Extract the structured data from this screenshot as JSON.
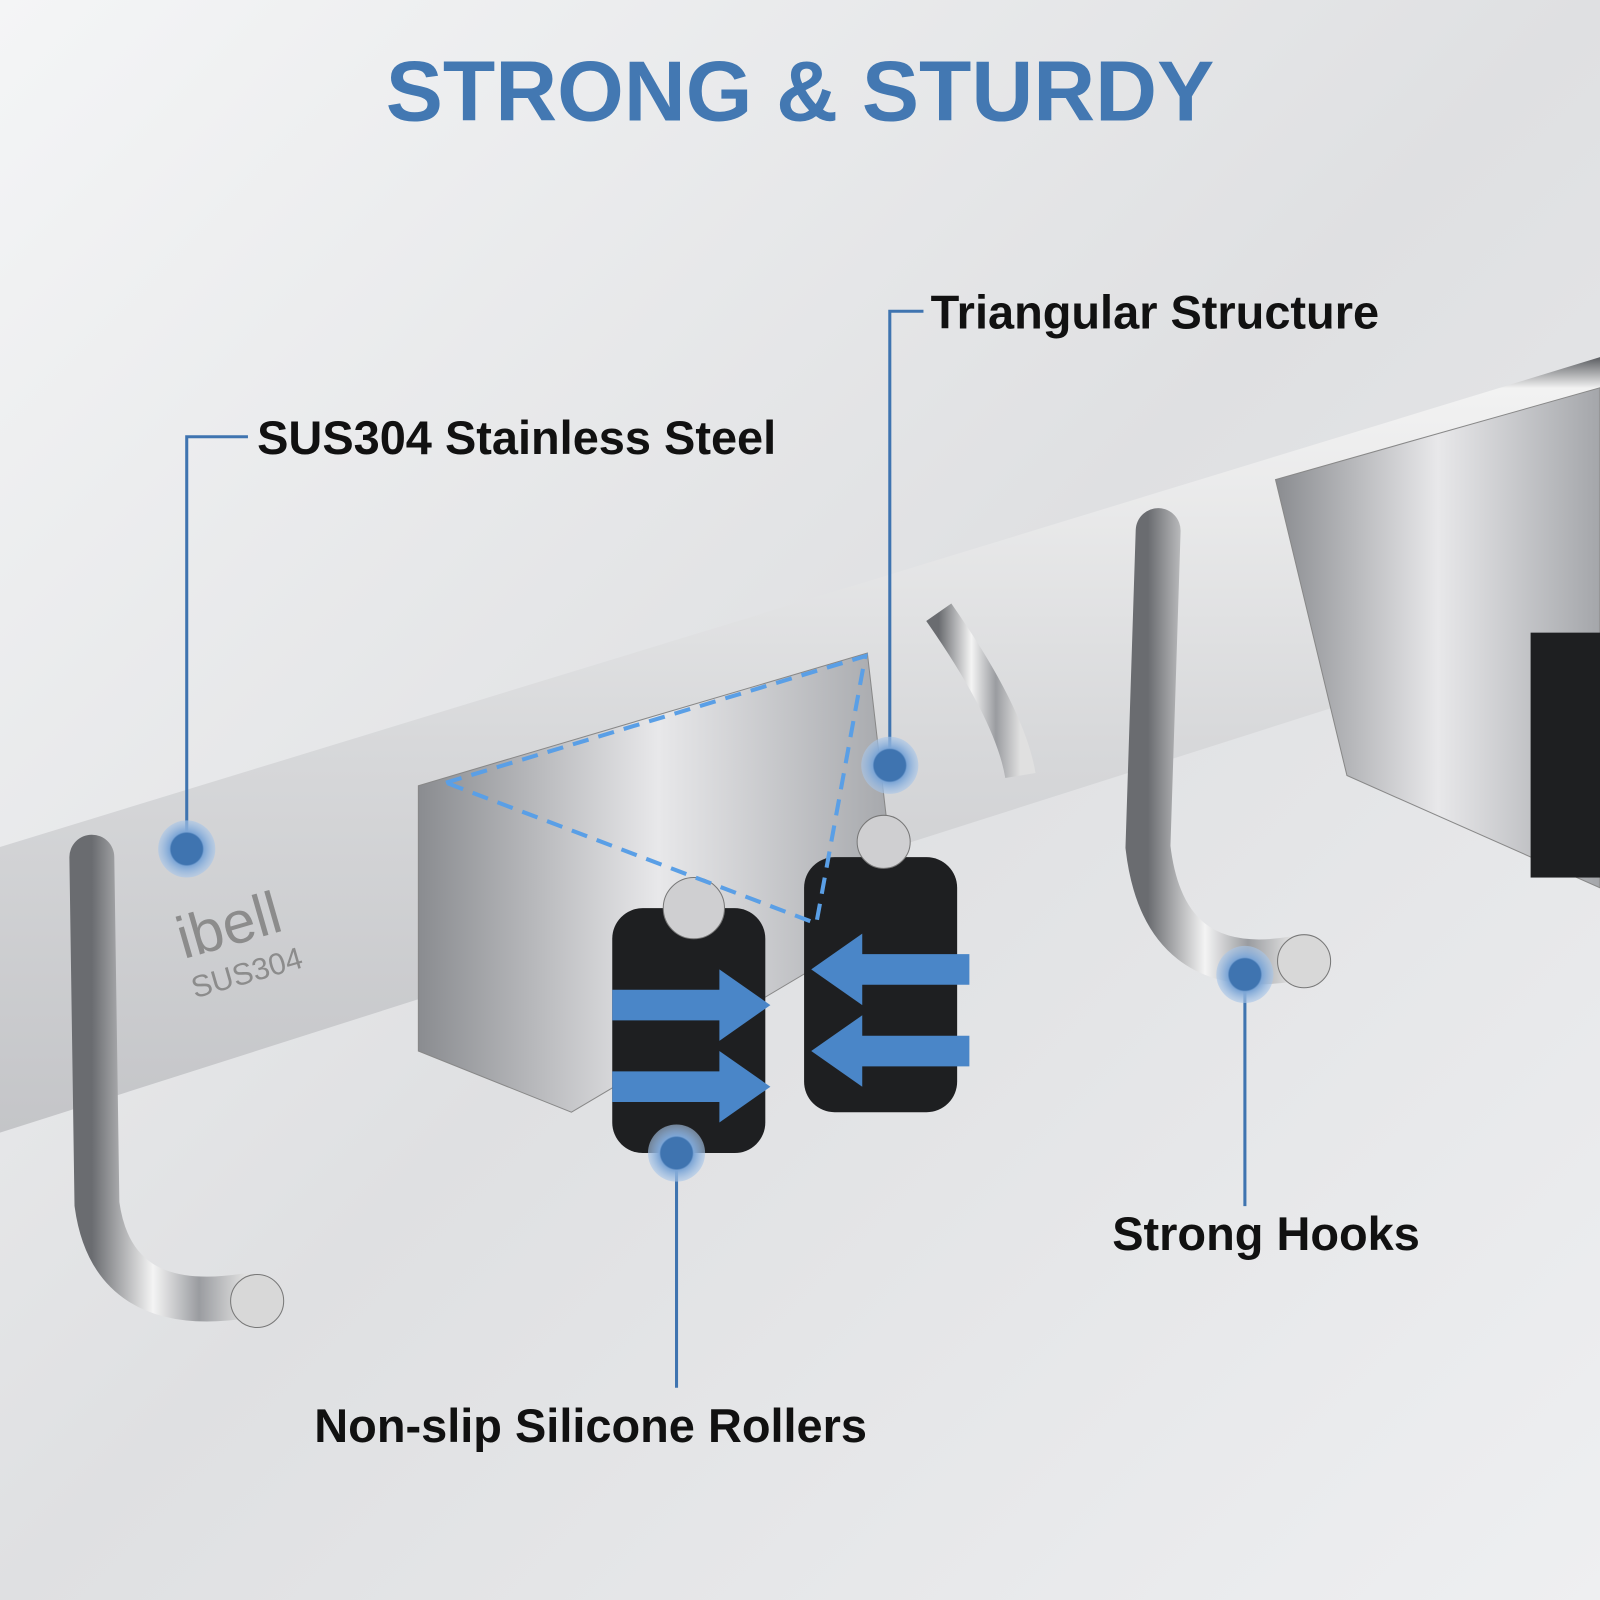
{
  "title": "STRONG & STURDY",
  "callouts": {
    "triangular": "Triangular Structure",
    "steel": "SUS304 Stainless Steel",
    "hooks": "Strong Hooks",
    "rollers": "Non-slip Silicone Rollers"
  },
  "logo": {
    "brand": "ibell",
    "material": "SUS304"
  },
  "colors": {
    "accent": "#4378b2",
    "dot": "#3f74b0"
  }
}
